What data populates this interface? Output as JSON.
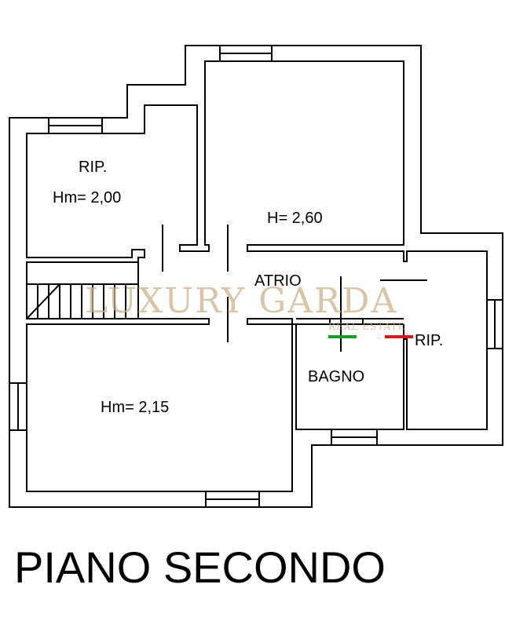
{
  "rooms": {
    "rip_top_name": "RIP.",
    "rip_top_height": "Hm= 2,00",
    "main_room_height": "H= 2,60",
    "atrio": "ATRIO",
    "rip_right": "RIP.",
    "bagno": "BAGNO",
    "lower_room_height": "Hm= 2,15"
  },
  "floor_title": "PIANO SECONDO",
  "watermark": {
    "brand": "LUXURY GARDA",
    "tagline": "REAL ESTATE",
    "color": "#c9b28a"
  },
  "markers": {
    "green": "#1a9a2a",
    "red": "#d11a1a"
  }
}
